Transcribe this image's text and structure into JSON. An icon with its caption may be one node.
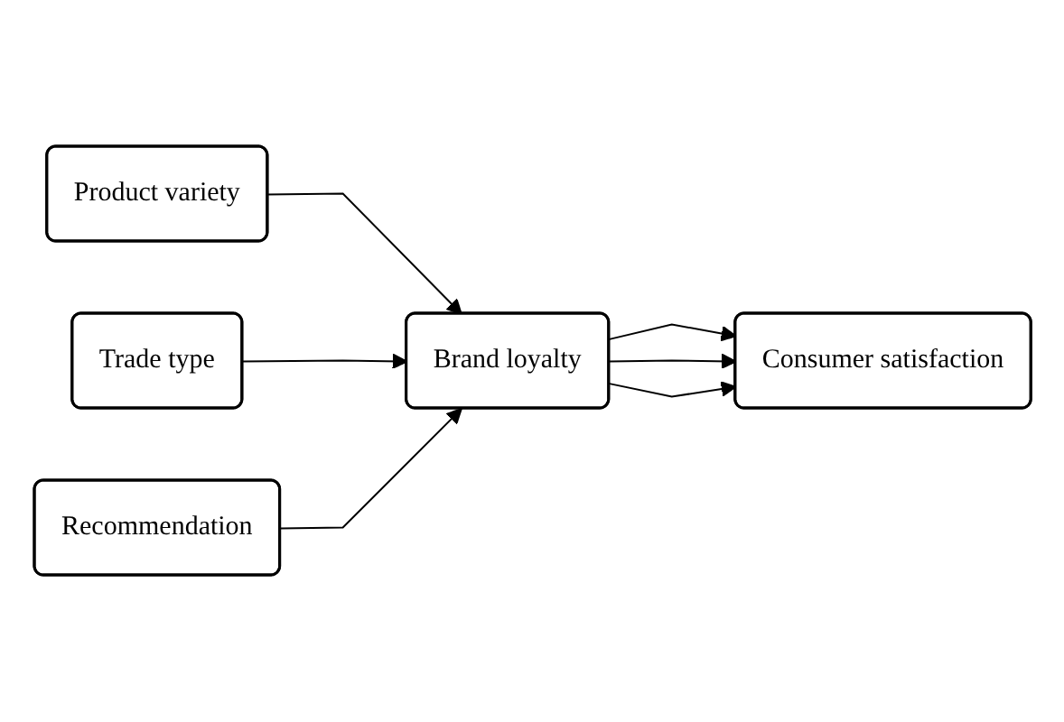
{
  "diagram": {
    "nodes": [
      {
        "text": [
          "Product variety"
        ]
      },
      {
        "text": [
          "Trade type"
        ]
      },
      {
        "text": [
          "Recommendation"
        ]
      },
      {
        "text": [
          "Brand loyalty"
        ]
      },
      {
        "text": [
          "Consumer satisfaction"
        ]
      }
    ],
    "edges": [
      {
        "from": 0,
        "to": 3,
        "arrow": "to"
      },
      {
        "from": 1,
        "to": 3,
        "arrow": "to"
      },
      {
        "from": 2,
        "to": 3,
        "arrow": "to"
      },
      {
        "from": 3,
        "to": 4,
        "arrow": "to"
      },
      {
        "from": 3,
        "to": 4,
        "arrow": "to"
      },
      {
        "from": 3,
        "to": 4,
        "arrow": "to"
      }
    ]
  }
}
